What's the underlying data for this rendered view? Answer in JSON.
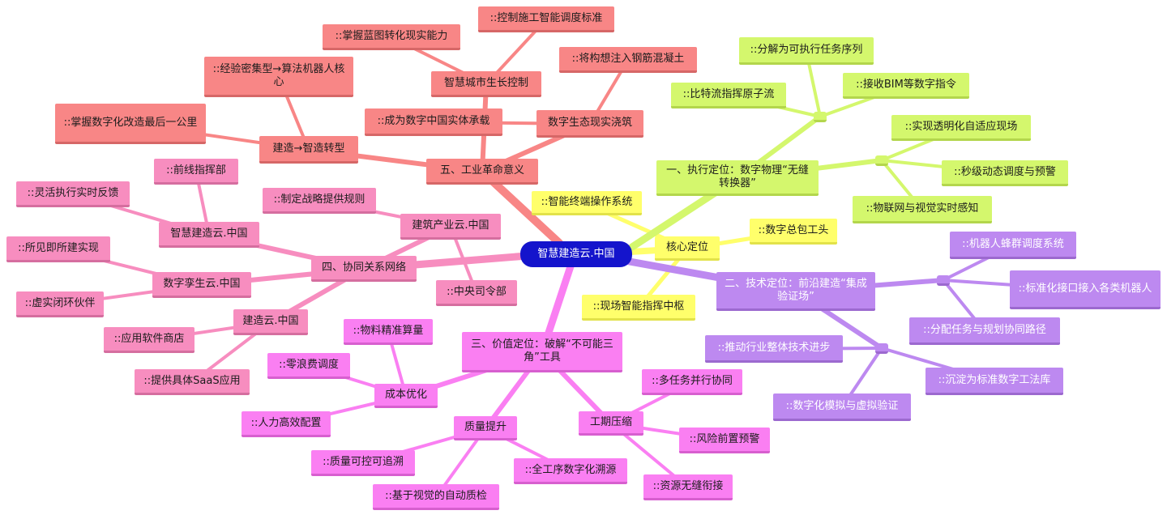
{
  "root": "智慧建造云.中国",
  "core": {
    "label": "核心定位",
    "items": [
      "::智能终端操作系统",
      "::数字总包工头",
      "::现场智能指挥中枢"
    ]
  },
  "b1": {
    "label": "一、执行定位：数字物理“无缝转换器”",
    "g1": [
      "::分解为可执行任务序列",
      "::接收BIM等数字指令",
      "::比特流指挥原子流"
    ],
    "g2": [
      "::实现透明化自适应现场",
      "::秒级动态调度与预警",
      "::物联网与视觉实时感知"
    ]
  },
  "b2": {
    "label": "二、技术定位：前沿建造“集成验证场”",
    "g1": [
      "::机器人蜂群调度系统",
      "::标准化接口接入各类机器人",
      "::分配任务与规划协同路径"
    ],
    "g2": [
      "::推动行业整体技术进步",
      "::沉淀为标准数字工法库",
      "::数字化模拟与虚拟验证"
    ]
  },
  "b3": {
    "label": "三、价值定位：破解“不可能三角”工具",
    "cost": {
      "label": "成本优化",
      "items": [
        "::物料精准算量",
        "::零浪费调度",
        "::人力高效配置"
      ]
    },
    "quality": {
      "label": "质量提升",
      "items": [
        "::质量可控可追溯",
        "::全工序数字化溯源",
        "::基于视觉的自动质检"
      ]
    },
    "schedule": {
      "label": "工期压缩",
      "items": [
        "::多任务并行协同",
        "::风险前置预警",
        "::资源无缝衔接"
      ]
    }
  },
  "b4": {
    "label": "四、协同关系网络",
    "zhihui": {
      "label": "智慧建造云.中国",
      "items": [
        "::前线指挥部",
        "::灵活执行实时反馈"
      ]
    },
    "jianzhu": {
      "label": "建筑产业云.中国",
      "items": [
        "::制定战略提供规则",
        "::中央司令部"
      ]
    },
    "twin": {
      "label": "数字孪生云.中国",
      "items": [
        "::所见即所建实现",
        "::虚实闭环伙伴"
      ]
    },
    "jianzao": {
      "label": "建造云.中国",
      "items": [
        "::应用软件商店",
        "::提供具体SaaS应用"
      ]
    }
  },
  "b5": {
    "label": "五、工业革命意义",
    "city": {
      "label": "智慧城市生长控制",
      "items": [
        "::控制施工智能调度标准",
        "::掌握蓝图转化现实能力"
      ]
    },
    "eco": {
      "label": "数字生态现实浇筑",
      "items": [
        "::将构想注入钢筋混凝土",
        "::成为数字中国实体承载"
      ]
    },
    "trans": {
      "label": "建造→智造转型",
      "items": [
        "::经验密集型→算法机器人核心",
        "::掌握数字化改造最后一公里"
      ]
    }
  },
  "colors": {
    "root": "#1414cc",
    "core": "#ffff6b",
    "execution": "#d4f76d",
    "technology": "#bd89f0",
    "value": "#fa7ff2",
    "network": "#f78dbf",
    "revolution": "#f88686"
  }
}
